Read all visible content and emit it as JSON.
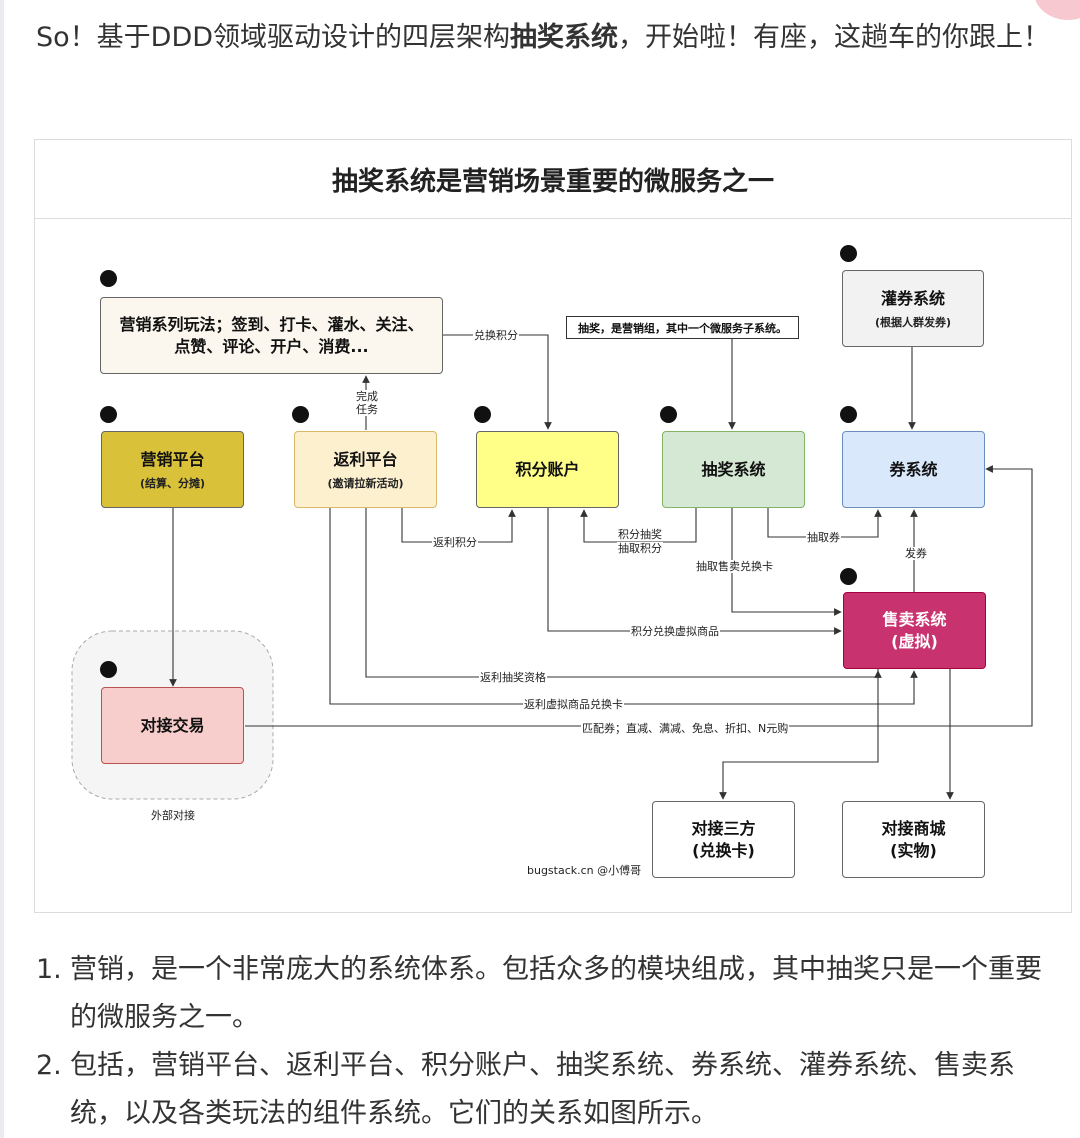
{
  "intro": {
    "part1": "So！基于DDD领域驱动设计的四层架构",
    "bold": "抽奖系统",
    "part2": "，开始啦！有座，这趟车的你跟上！"
  },
  "figure": {
    "title": "抽奖系统是营销场景重要的微服务之一",
    "nodes": {
      "marketing_gameplay": {
        "line1": "营销系列玩法；签到、打卡、灌水、关注、",
        "line2": "点赞、评论、开户、消费...",
        "color": "#fbf7ee"
      },
      "coupon_push": {
        "title": "灌券系统",
        "sub": "(根据人群发券)",
        "color": "#f2f2f2"
      },
      "marketing_platform": {
        "title": "营销平台",
        "sub": "(结算、分摊)",
        "color": "#d9c13a"
      },
      "rebate_platform": {
        "title": "返利平台",
        "sub": "(邀请拉新活动)",
        "color": "#fdf0cf"
      },
      "points_account": {
        "title": "积分账户",
        "color": "#ffff88"
      },
      "lottery_system": {
        "title": "抽奖系统",
        "color": "#d5e8d4"
      },
      "coupon_system": {
        "title": "券系统",
        "color": "#dae8fc"
      },
      "sales_system": {
        "title": "售卖系统",
        "sub": "(虚拟)",
        "color": "#c8336f"
      },
      "trade_docking": {
        "title": "对接交易",
        "color": "#f8cecc"
      },
      "third_party": {
        "title": "对接三方",
        "sub": "(兑换卡)",
        "color": "#ffffff"
      },
      "mall": {
        "title": "对接商城",
        "sub": "(实物)",
        "color": "#ffffff"
      }
    },
    "note": "抽奖，是营销组，其中一个微服务子系统。",
    "group_label": "外部对接",
    "watermark": "bugstack.cn @小傅哥",
    "edges": {
      "exchange_points": "兑换积分",
      "complete_task": "完成",
      "complete_task2": "任务",
      "rebate_points": "返利积分",
      "points_lottery": "积分抽奖",
      "draw_points": "抽取积分",
      "draw_coupon": "抽取券",
      "draw_exchange_card": "抽取售卖兑换卡",
      "issue_coupon": "发券",
      "points_virtual": "积分兑换虚拟商品",
      "rebate_lottery": "返利抽奖资格",
      "rebate_virtual_card": "返利虚拟商品兑换卡",
      "match_coupon": "匹配券；直减、满减、免息、折扣、N元购"
    }
  },
  "list": [
    {
      "num": "1.",
      "text": "营销，是一个非常庞大的系统体系。包括众多的模块组成，其中抽奖只是一个重要的微服务之一。"
    },
    {
      "num": "2.",
      "text": "包括，营销平台、返利平台、积分账户、抽奖系统、券系统、灌券系统、售卖系统，以及各类玩法的组件系统。它们的关系如图所示。"
    }
  ]
}
